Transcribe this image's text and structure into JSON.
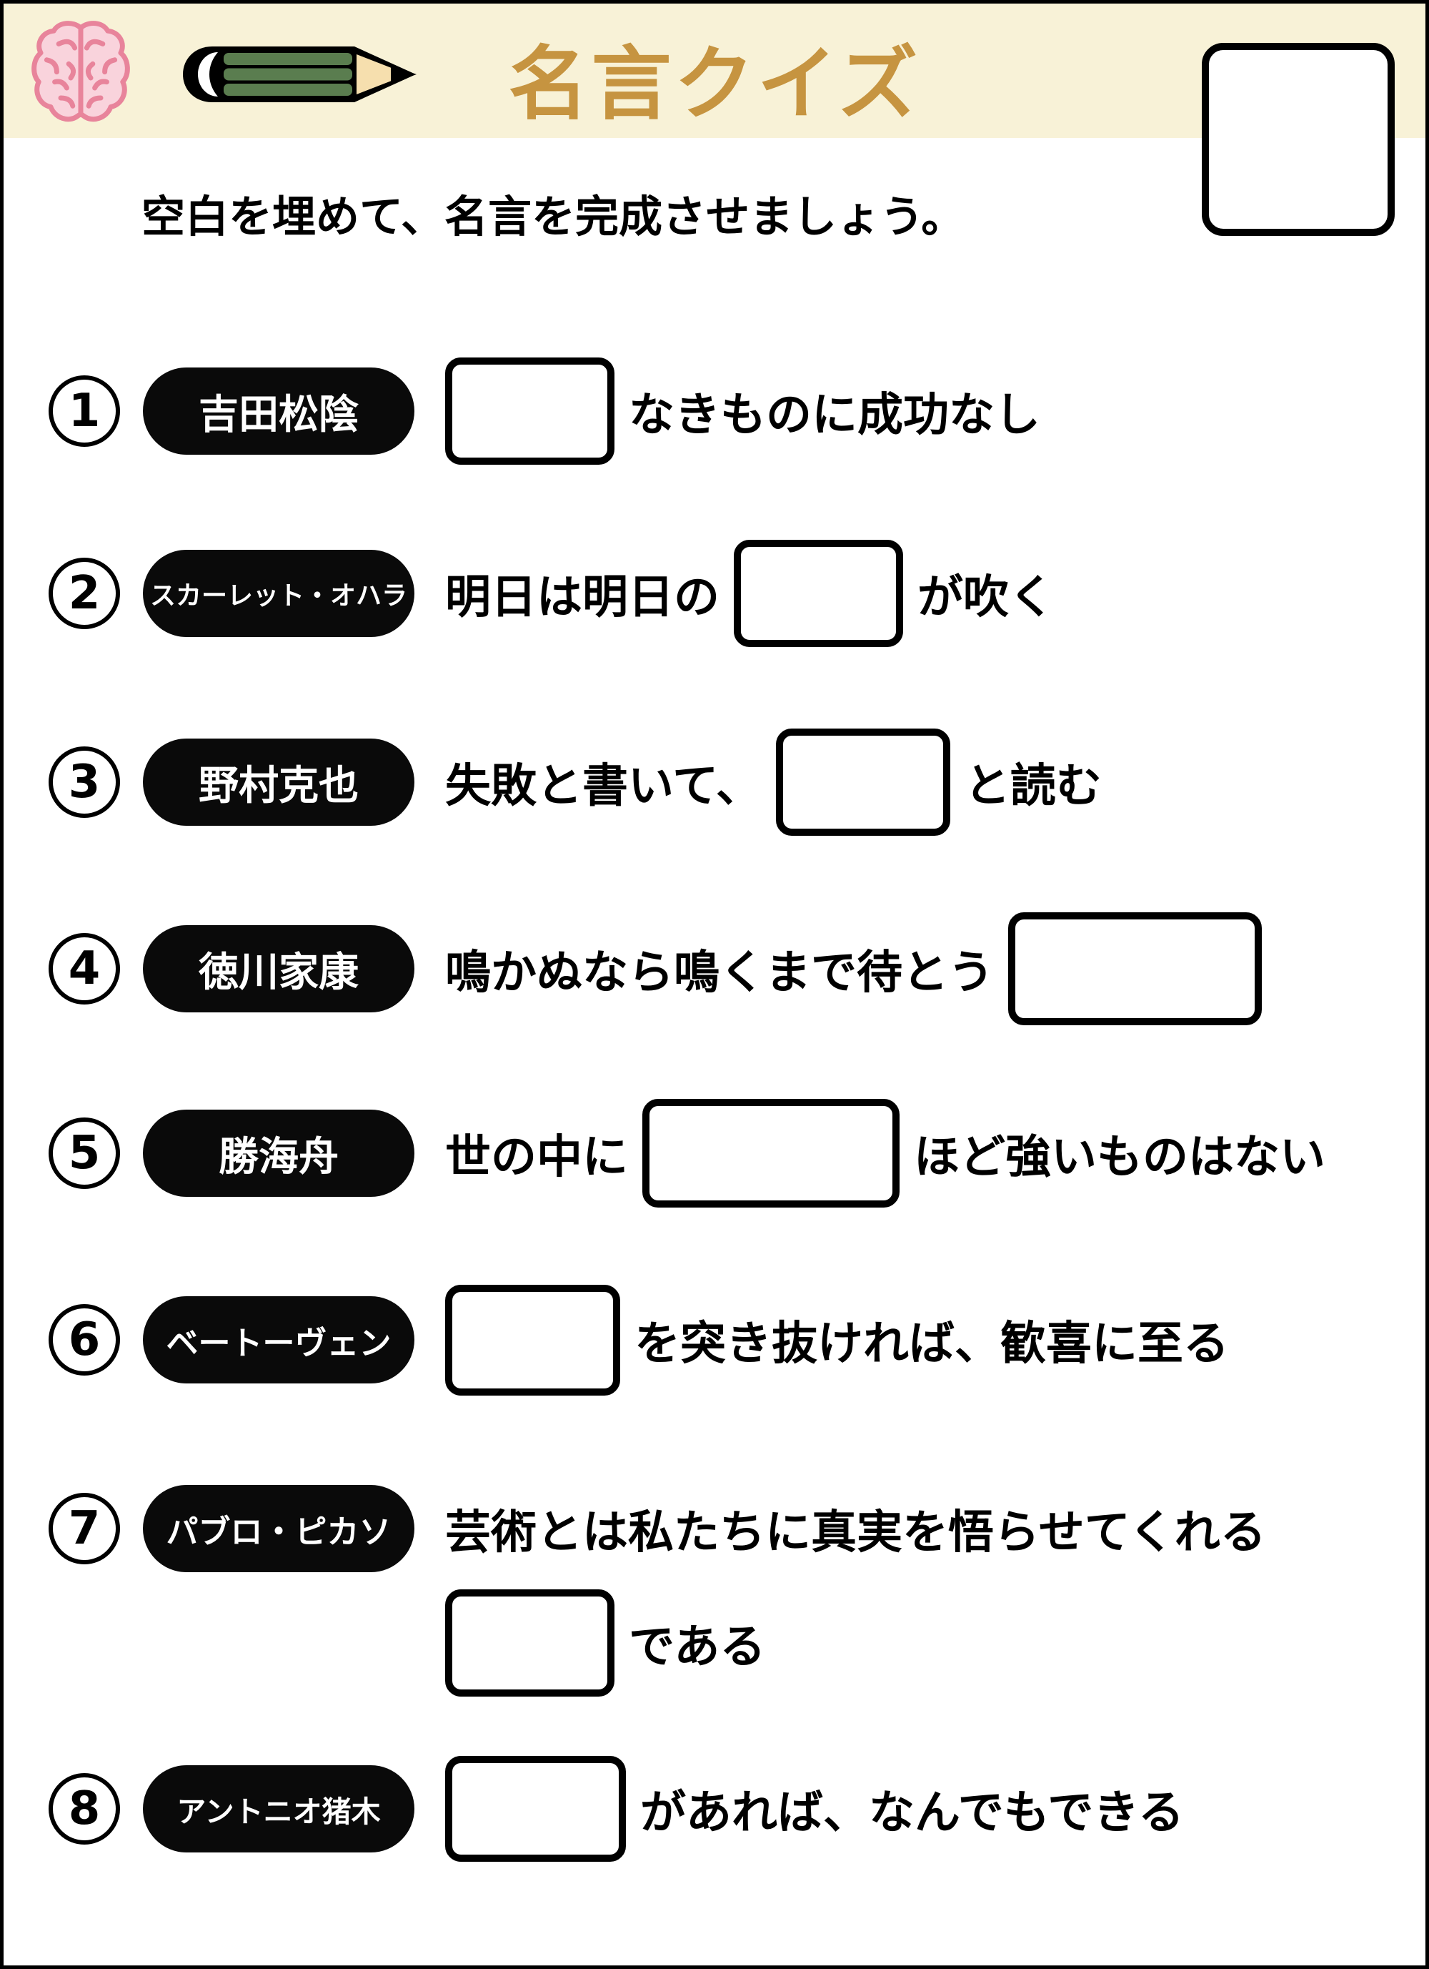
{
  "header": {
    "title": "名言クイズ",
    "brain_icon": "brain-icon",
    "pencil_icon": "pencil-icon",
    "score_box_value": ""
  },
  "instruction": "空白を埋めて、名言を完成させましょう。",
  "colors": {
    "header_background": "#F8F2D7",
    "title_gold": "#C69440",
    "badge_black": "#0A0A0A",
    "brain_pink_fill": "#F9D3DC",
    "brain_pink_line": "#E8849B",
    "pencil_green": "#5A7D4F",
    "pencil_wood": "#F6DFAE"
  },
  "quiz": {
    "items": [
      {
        "number": "1",
        "author": "吉田松陰",
        "segments": [
          {
            "type": "blank"
          },
          {
            "type": "text",
            "value": "なきものに成功なし"
          }
        ]
      },
      {
        "number": "2",
        "author": "スカーレット・オハラ",
        "segments": [
          {
            "type": "text",
            "value": "明日は明日の"
          },
          {
            "type": "blank"
          },
          {
            "type": "text",
            "value": "が吹く"
          }
        ]
      },
      {
        "number": "3",
        "author": "野村克也",
        "segments": [
          {
            "type": "text",
            "value": "失敗と書いて、"
          },
          {
            "type": "blank"
          },
          {
            "type": "text",
            "value": "と読む"
          }
        ]
      },
      {
        "number": "4",
        "author": "徳川家康",
        "segments": [
          {
            "type": "text",
            "value": "鳴かぬなら鳴くまで待とう"
          },
          {
            "type": "blank"
          }
        ]
      },
      {
        "number": "5",
        "author": "勝海舟",
        "segments": [
          {
            "type": "text",
            "value": "世の中に"
          },
          {
            "type": "blank"
          },
          {
            "type": "text",
            "value": "ほど強いものはない"
          }
        ]
      },
      {
        "number": "6",
        "author": "ベートーヴェン",
        "segments": [
          {
            "type": "blank"
          },
          {
            "type": "text",
            "value": "を突き抜ければ、歓喜に至る"
          }
        ]
      },
      {
        "number": "7",
        "author": "パブロ・ピカソ",
        "segments": [
          {
            "type": "text",
            "value": "芸術とは私たちに真実を悟らせてくれる"
          },
          {
            "type": "newline"
          },
          {
            "type": "blank"
          },
          {
            "type": "text",
            "value": "である"
          }
        ]
      },
      {
        "number": "8",
        "author": "アントニオ猪木",
        "segments": [
          {
            "type": "blank"
          },
          {
            "type": "text",
            "value": "があれば、なんでもできる"
          }
        ]
      }
    ]
  }
}
